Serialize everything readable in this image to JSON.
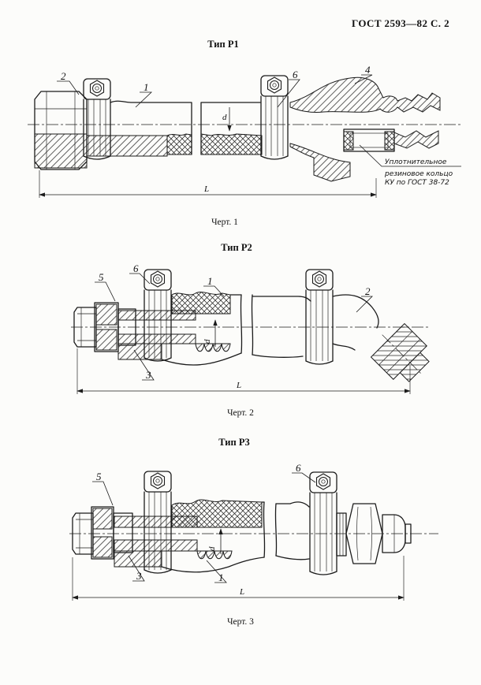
{
  "page": {
    "header": "ГОСТ 2593—82 С. 2"
  },
  "figures": [
    {
      "type_label": "Тип Р1",
      "caption": "Черт. 1",
      "labels": {
        "union_nut": "2",
        "hose": "1",
        "clamp": "6",
        "coupling_head": "4"
      },
      "dims": {
        "d": "d",
        "L": "L"
      },
      "annotation": [
        "Уплотнительное",
        "резиновое кольцо",
        "КУ по ГОСТ 38-72"
      ]
    },
    {
      "type_label": "Тип Р2",
      "caption": "Черт. 2",
      "labels": {
        "collar": "5",
        "clamp": "6",
        "hose": "1",
        "elbow_fitting": "2",
        "nipple": "3"
      },
      "dims": {
        "d": "d",
        "L": "L"
      }
    },
    {
      "type_label": "Тип Р3",
      "caption": "Черт. 3",
      "labels": {
        "collar": "5",
        "clamp": "6",
        "nipple": "3",
        "hose": "1"
      },
      "dims": {
        "d": "d",
        "L": "L"
      }
    }
  ]
}
